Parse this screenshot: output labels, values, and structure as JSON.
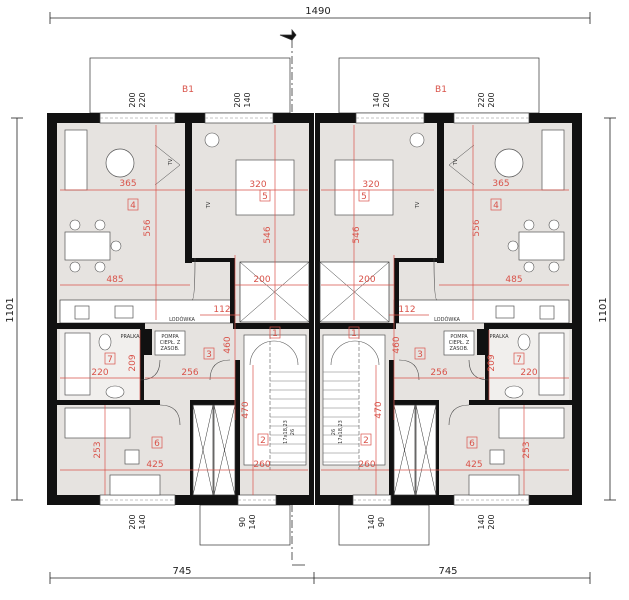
{
  "overall": {
    "total_width": "1490",
    "total_depth": "1101",
    "unit_width_left": "745",
    "unit_width_right": "745"
  },
  "unit": {
    "balcony_label": "B1",
    "room_numbers": {
      "stair_upper": "1",
      "stair_hall": "2",
      "hall": "3",
      "living": "4",
      "bedroom": "5",
      "room": "6",
      "bathroom": "7"
    },
    "dimensions": {
      "living_width": "365",
      "living_depth": "556",
      "living_kitchen_width": "485",
      "bedroom_width": "320",
      "bedroom_depth": "546",
      "corridor_width": "200",
      "passage_width": "112",
      "hall_depth": "460",
      "hall_width": "256",
      "bath_width": "220",
      "bath_depth": "209",
      "room_depth": "253",
      "room_width": "425",
      "stair_depth": "470",
      "stair_width": "260"
    },
    "windows": {
      "living": [
        "200",
        "220"
      ],
      "bedroom": [
        "200",
        "140"
      ],
      "room": [
        "200",
        "140"
      ],
      "stair": [
        "90",
        "140"
      ]
    },
    "labels": {
      "tv": "TV",
      "fridge": "LODÓWKA",
      "washer": "PRALKA",
      "heat_pump": [
        "POMPA",
        "CIEPŁ. Z",
        "ZASOB."
      ],
      "stair_rise": "17x18,23",
      "stair_tread": "26"
    }
  },
  "colors": {
    "wall": "#111111",
    "floor": "#e6e3e0",
    "dimension": "#d9534a"
  }
}
